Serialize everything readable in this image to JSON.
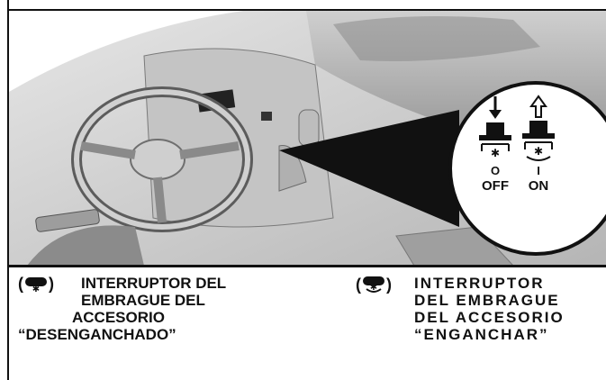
{
  "illustration": {
    "off_label": "OFF",
    "on_label": "ON",
    "off_mark": "O",
    "on_mark": "I"
  },
  "captions": {
    "left": {
      "icon": "attachment-clutch-disengaged-icon",
      "lines": [
        "INTERRUPTOR DEL",
        "EMBRAGUE DEL",
        "ACCESORIO",
        "“DESENGANCHADO”"
      ]
    },
    "right": {
      "icon": "attachment-clutch-engaged-icon",
      "lines": [
        "INTERRUPTOR",
        "DEL EMBRAGUE",
        "DEL ACCESORIO",
        "“ENGANCHAR”"
      ]
    }
  },
  "colors": {
    "ink": "#111111",
    "body_light": "#d8d8d8",
    "body_mid": "#a8a8a8",
    "body_dark": "#6e6e6e"
  }
}
